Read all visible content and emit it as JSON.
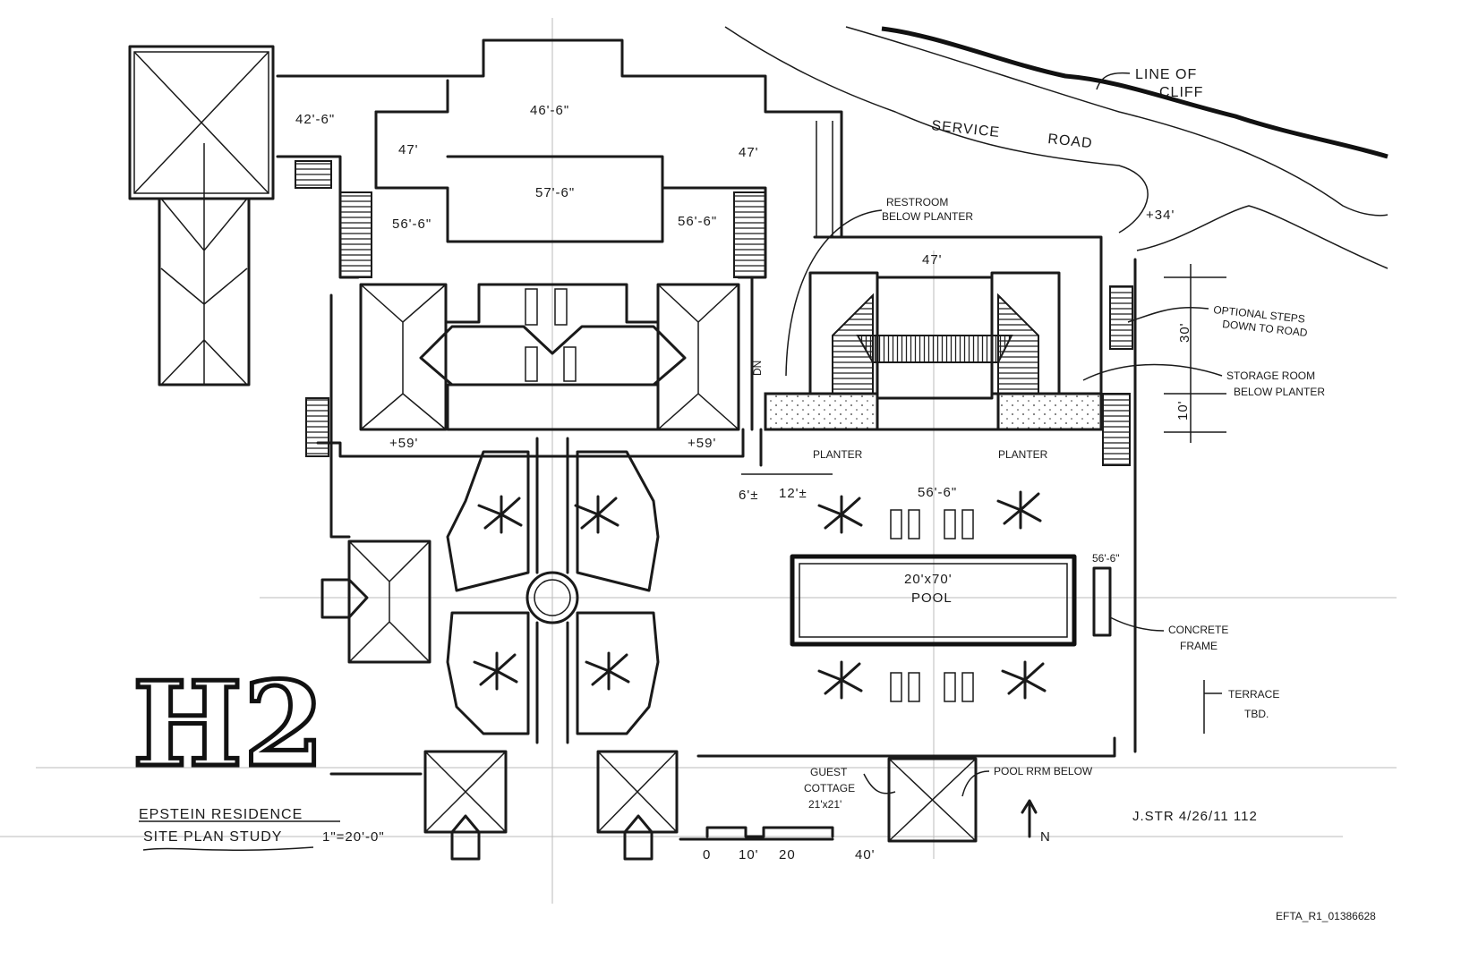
{
  "title_block": {
    "project": "EPSTEIN RESIDENCE",
    "drawing": "SITE PLAN STUDY",
    "scale": "1\"=20'-0\"",
    "signature_date": "J.STR 4/26/11 112",
    "sheet_logo": "H2"
  },
  "scale_bar": {
    "ticks": [
      "0",
      "10'",
      "20",
      "40'"
    ]
  },
  "north_arrow": {
    "label": "N"
  },
  "annotations": {
    "cliff_1": "LINE OF",
    "cliff_2": "CLIFF",
    "service": "SERVICE",
    "road": "ROAD",
    "restroom_1": "RESTROOM",
    "restroom_2": "BELOW PLANTER",
    "elev_34": "+34'",
    "optional_1": "OPTIONAL STEPS",
    "optional_2": "DOWN TO ROAD",
    "storage_1": "STORAGE ROOM",
    "storage_2": "BELOW PLANTER",
    "planter_left": "PLANTER",
    "planter_right": "PLANTER",
    "pool_size": "20'x70'",
    "pool": "POOL",
    "concrete_1": "CONCRETE",
    "concrete_2": "FRAME",
    "terrace_1": "TERRACE",
    "terrace_2": "TBD.",
    "guest_1": "GUEST",
    "guest_2": "COTTAGE",
    "guest_3": "21'x21'",
    "pool_rrm": "POOL RRM BELOW",
    "down": "DN"
  },
  "dimensions": {
    "d_42_6": "42'-6\"",
    "d_46_6": "46'-6\"",
    "d_47_left": "47'",
    "d_47_right": "47'",
    "d_57_6": "57'-6\"",
    "d_56_6_left": "56'-6\"",
    "d_56_6_right": "56'-6\"",
    "d_47_wing": "47'",
    "d_59_left": "+59'",
    "d_59_right": "+59'",
    "d_6": "6'±",
    "d_12": "12'±",
    "d_56_6_terrace": "56'-6\"",
    "d_56_6_side": "56'-6\"",
    "d_30": "30'",
    "d_10": "10'"
  },
  "footer": {
    "doc_id": "EFTA_R1_01386628"
  }
}
